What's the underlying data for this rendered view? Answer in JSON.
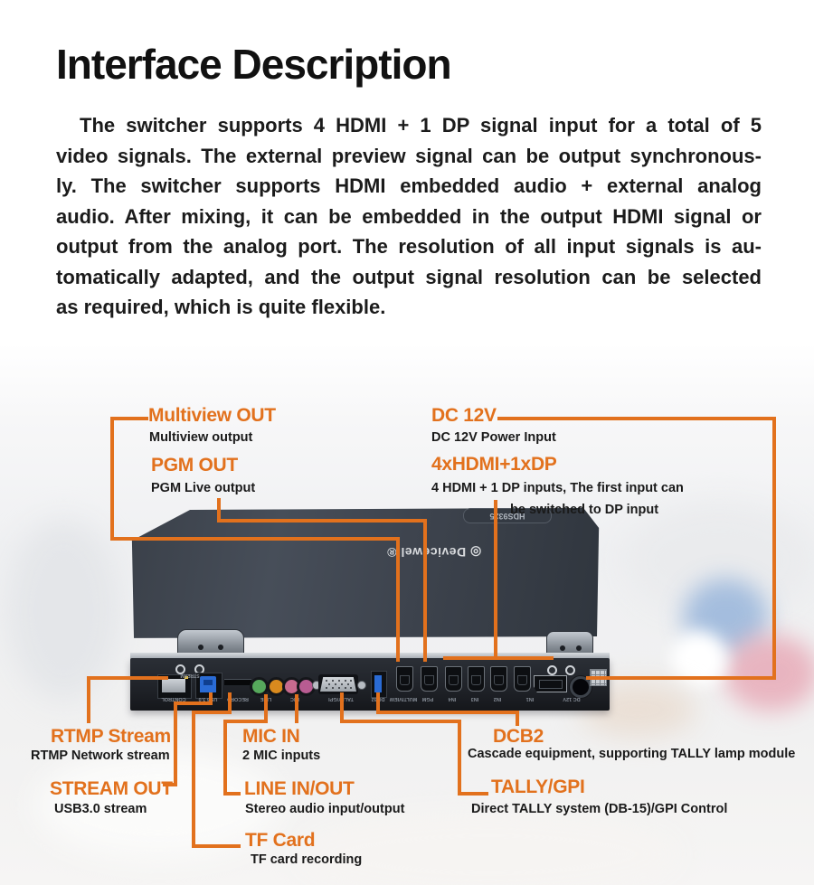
{
  "colors": {
    "accent_orange": "#e2711d",
    "heading_black": "#111111",
    "body_text": "#1b1b1b",
    "device_lid": "#3c434d",
    "device_base": "#20242a"
  },
  "header": {
    "title": "Interface Description"
  },
  "intro": {
    "lines": [
      "The switcher supports 4 HDMI + 1 DP signal input for a total of 5",
      "video signals. The external preview signal can be output synchronous-",
      "ly. The switcher supports HDMI embedded audio + external analog",
      "audio. After mixing, it can be embedded in the output HDMI signal or",
      "output from the analog port. The resolution of all input signals is au-",
      "tomatically adapted, and the output signal resolution can be selected",
      "as required, which is quite flexible."
    ]
  },
  "callouts": {
    "multiview": {
      "title": "Multiview OUT",
      "desc": "Multiview output"
    },
    "pgm": {
      "title": "PGM OUT",
      "desc": "PGM Live output"
    },
    "dc12v": {
      "title": "DC 12V",
      "desc": "DC 12V Power Input"
    },
    "hdmi_dp": {
      "title": "4xHDMI+1xDP",
      "desc_line1": "4 HDMI + 1 DP inputs, The first input can",
      "desc_line2": "be switched to DP input"
    },
    "rtmp": {
      "title": "RTMP Stream",
      "desc": "RTMP Network stream"
    },
    "stream_out": {
      "title": "STREAM OUT",
      "desc": "USB3.0 stream"
    },
    "mic_in": {
      "title": "MIC IN",
      "desc": "2 MIC inputs"
    },
    "line_in_out": {
      "title": "LINE IN/OUT",
      "desc": "Stereo audio input/output"
    },
    "tf_card": {
      "title": "TF Card",
      "desc": "TF card recording"
    },
    "dcb2": {
      "title": "DCB2",
      "desc": "Cascade equipment, supporting TALLY lamp module"
    },
    "tally_gpi": {
      "title": "TALLY/GPI",
      "desc": "Direct TALLY system (DB-15)/GPI Control"
    }
  },
  "device": {
    "brand": "Devicewell®",
    "logo_mark": "◎",
    "model": "HDS9325",
    "stream_label": "STREAM",
    "port_labels": [
      "CONTROL",
      "USB 3.0",
      "RECORD",
      "LINE",
      "MIC",
      "TALLY/GPI",
      "DCB2",
      "MULTIVIEW",
      "PGM",
      "IN4",
      "IN3",
      "IN2",
      "IN1",
      "DC 12V"
    ]
  }
}
